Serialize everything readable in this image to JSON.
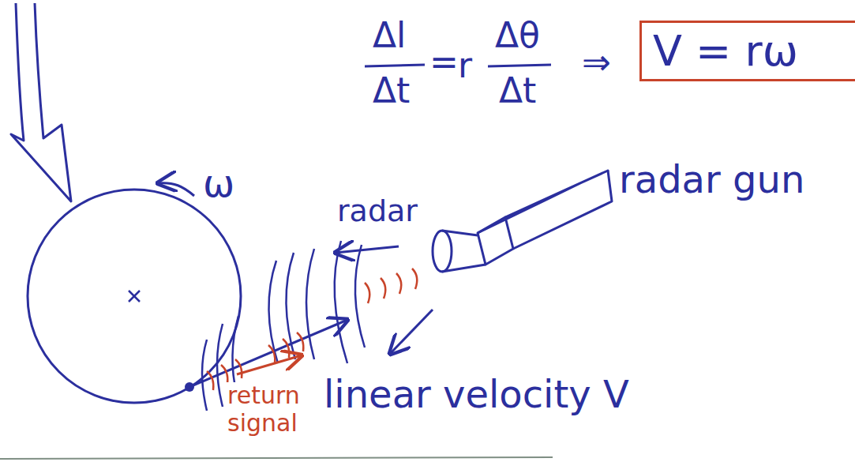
{
  "diagram": {
    "nodes": [
      {
        "text": [
          "V = rω"
        ]
      }
    ],
    "labels": [
      "Δl",
      "Δt",
      "=",
      "r",
      "Δθ",
      "Δt",
      "⇒",
      "ω",
      "radar",
      "radar gun",
      "return signal",
      "linear velocity V"
    ]
  }
}
